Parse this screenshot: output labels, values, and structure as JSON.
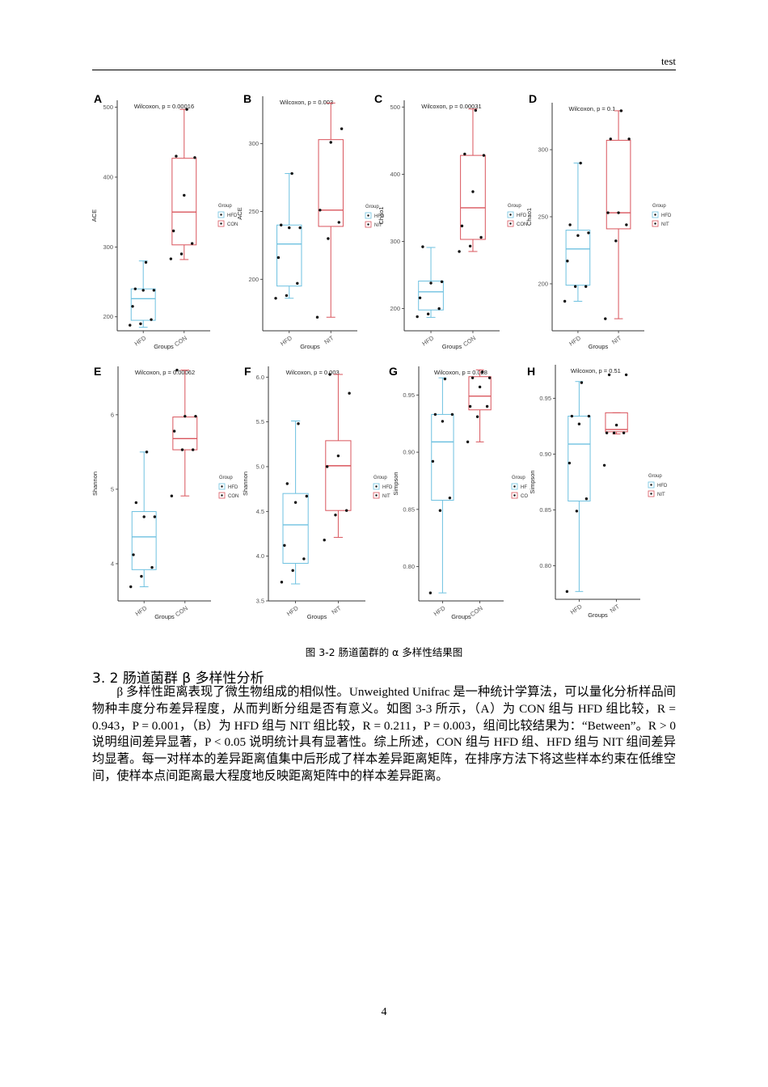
{
  "header": {
    "running_title": "test"
  },
  "figure": {
    "caption": "图 3-2 肠道菌群的 α 多样性结果图"
  },
  "chart_data": [
    {
      "panel": "A",
      "type": "box",
      "xlabel": "Groups",
      "ylabel": "ACE",
      "ylim": [
        180,
        510
      ],
      "yticks": [
        200,
        300,
        400,
        500
      ],
      "categories": [
        "HFD",
        "CON"
      ],
      "stat": "Wilcoxon, p = 0.00016",
      "legend_title": "Group",
      "legend_entries": [
        "HFD",
        "CON"
      ],
      "groups": [
        {
          "name": "HFD",
          "min": 185,
          "q1": 195,
          "median": 226,
          "q3": 240,
          "max": 280,
          "points": [
            188,
            190,
            196,
            215,
            238,
            238,
            240,
            278
          ]
        },
        {
          "name": "CON",
          "min": 282,
          "q1": 303,
          "median": 350,
          "q3": 427,
          "max": 497,
          "points": [
            283,
            290,
            305,
            323,
            374,
            428,
            430,
            497
          ]
        }
      ]
    },
    {
      "panel": "B",
      "type": "box",
      "xlabel": "Groups",
      "ylabel": "ACE",
      "ylim": [
        162,
        335
      ],
      "yticks": [
        200,
        250,
        300
      ],
      "categories": [
        "HFD",
        "NIT"
      ],
      "stat": "Wilcoxon, p = 0.003",
      "legend_title": "Group",
      "legend_entries": [
        "HFD",
        "NIT"
      ],
      "groups": [
        {
          "name": "HFD",
          "min": 186,
          "q1": 195,
          "median": 226,
          "q3": 240,
          "max": 278,
          "points": [
            186,
            188,
            197,
            216,
            238,
            238,
            240,
            278
          ]
        },
        {
          "name": "NIT",
          "min": 172,
          "q1": 239,
          "median": 251,
          "q3": 303,
          "max": 330,
          "points": [
            172,
            230,
            242,
            251,
            301,
            311
          ]
        }
      ]
    },
    {
      "panel": "C",
      "type": "box",
      "xlabel": "Groups",
      "ylabel": "Chao1",
      "ylim": [
        167,
        510
      ],
      "yticks": [
        200,
        300,
        400,
        500
      ],
      "categories": [
        "HFD",
        "CON"
      ],
      "stat": "Wilcoxon, p = 0.00031",
      "legend_title": "Group",
      "legend_entries": [
        "HFD",
        "CON"
      ],
      "groups": [
        {
          "name": "HFD",
          "min": 187,
          "q1": 198,
          "median": 225,
          "q3": 241,
          "max": 291,
          "points": [
            188,
            192,
            200,
            216,
            238,
            240,
            292
          ]
        },
        {
          "name": "CON",
          "min": 285,
          "q1": 303,
          "median": 350,
          "q3": 428,
          "max": 497,
          "points": [
            285,
            293,
            306,
            323,
            374,
            428,
            430,
            495
          ]
        }
      ]
    },
    {
      "panel": "D",
      "type": "box",
      "xlabel": "Groups",
      "ylabel": "Chao1",
      "ylim": [
        165,
        335
      ],
      "yticks": [
        200,
        250,
        300
      ],
      "categories": [
        "HFD",
        "NIT"
      ],
      "stat": "Wilcoxon, p = 0.1",
      "legend_title": "Group",
      "legend_entries": [
        "HFD",
        "NIT"
      ],
      "groups": [
        {
          "name": "HFD",
          "min": 187,
          "q1": 199,
          "median": 226,
          "q3": 240,
          "max": 290,
          "points": [
            187,
            198,
            198,
            217,
            236,
            238,
            244,
            290
          ]
        },
        {
          "name": "NIT",
          "min": 174,
          "q1": 241,
          "median": 253,
          "q3": 307,
          "max": 329,
          "points": [
            174,
            232,
            244,
            253,
            253,
            308,
            308,
            329
          ]
        }
      ]
    },
    {
      "panel": "E",
      "type": "box",
      "xlabel": "Groups",
      "ylabel": "Shannon",
      "ylim": [
        3.5,
        6.65
      ],
      "yticks": [
        4,
        5,
        6
      ],
      "categories": [
        "HFD",
        "CON"
      ],
      "stat": "Wilcoxon, p = 0.00062",
      "legend_title": "Group",
      "legend_entries": [
        "HFD",
        "CON"
      ],
      "groups": [
        {
          "name": "HFD",
          "min": 3.69,
          "q1": 3.92,
          "median": 4.36,
          "q3": 4.7,
          "max": 5.5,
          "points": [
            3.69,
            3.83,
            3.95,
            4.12,
            4.63,
            4.63,
            4.82,
            5.5
          ]
        },
        {
          "name": "CON",
          "min": 4.91,
          "q1": 5.53,
          "median": 5.68,
          "q3": 5.97,
          "max": 6.6,
          "points": [
            4.91,
            5.53,
            5.53,
            5.78,
            5.98,
            5.98,
            6.6
          ]
        }
      ]
    },
    {
      "panel": "F",
      "type": "box",
      "xlabel": "Groups",
      "ylabel": "Shannon",
      "ylim": [
        3.5,
        6.12
      ],
      "yticks": [
        3.5,
        4.0,
        4.5,
        5.0,
        5.5,
        6.0
      ],
      "categories": [
        "HFD",
        "NIT"
      ],
      "stat": "Wilcoxon, p = 0.003",
      "legend_title": "Group",
      "legend_entries": [
        "HFD",
        "NIT"
      ],
      "groups": [
        {
          "name": "HFD",
          "min": 3.69,
          "q1": 3.92,
          "median": 4.35,
          "q3": 4.7,
          "max": 5.51,
          "points": [
            3.71,
            3.84,
            3.97,
            4.12,
            4.6,
            4.67,
            4.81,
            5.48
          ]
        },
        {
          "name": "NIT",
          "min": 4.21,
          "q1": 4.51,
          "median": 5.01,
          "q3": 5.29,
          "max": 6.03,
          "points": [
            4.18,
            4.46,
            4.51,
            5.0,
            5.12,
            5.82,
            6.03
          ]
        }
      ]
    },
    {
      "panel": "G",
      "type": "box",
      "xlabel": "Groups",
      "ylabel": "Simpson",
      "ylim": [
        0.77,
        0.975
      ],
      "yticks": [
        0.8,
        0.85,
        0.9,
        0.95
      ],
      "categories": [
        "HFD",
        "CON"
      ],
      "stat": "Wilcoxon, p = 0.028",
      "legend_title": "Group",
      "legend_entries": [
        "HF",
        "CO"
      ],
      "groups": [
        {
          "name": "HFD",
          "min": 0.777,
          "q1": 0.858,
          "median": 0.909,
          "q3": 0.933,
          "max": 0.965,
          "points": [
            0.777,
            0.849,
            0.86,
            0.892,
            0.927,
            0.933,
            0.933,
            0.964
          ]
        },
        {
          "name": "CON",
          "min": 0.909,
          "q1": 0.937,
          "median": 0.949,
          "q3": 0.966,
          "max": 0.972,
          "points": [
            0.909,
            0.931,
            0.94,
            0.94,
            0.957,
            0.965,
            0.965,
            0.97
          ]
        }
      ]
    },
    {
      "panel": "H",
      "type": "box",
      "xlabel": "Groups",
      "ylabel": "Simpson",
      "ylim": [
        0.77,
        0.98
      ],
      "yticks": [
        0.8,
        0.85,
        0.9,
        0.95
      ],
      "categories": [
        "HFD",
        "NIT"
      ],
      "stat": "Wilcoxon, p = 0.51",
      "legend_title": "Group",
      "legend_entries": [
        "HFD",
        "NIT"
      ],
      "groups": [
        {
          "name": "HFD",
          "min": 0.777,
          "q1": 0.858,
          "median": 0.909,
          "q3": 0.934,
          "max": 0.965,
          "points": [
            0.777,
            0.849,
            0.86,
            0.892,
            0.927,
            0.934,
            0.934,
            0.964
          ]
        },
        {
          "name": "NIT",
          "min": 0.918,
          "q1": 0.92,
          "median": 0.922,
          "q3": 0.937,
          "max": 0.937,
          "points": [
            0.89,
            0.919,
            0.919,
            0.919,
            0.926,
            0.971,
            0.971
          ]
        }
      ]
    }
  ],
  "section": {
    "heading": "3. 2  肠道菌群 β 多样性分析",
    "paragraph": "β 多样性距离表现了微生物组成的相似性。Unweighted Unifrac 是一种统计学算法，可以量化分析样品间物种丰度分布差异程度，从而判断分组是否有意义。如图 3-3 所示，（A）为 CON 组与 HFD 组比较，R = 0.943，P = 0.001，（B）为 HFD 组与 NIT 组比较，R = 0.211，P = 0.003，组间比较结果为：“Between”。R > 0 说明组间差异显著，P < 0.05 说明统计具有显著性。综上所述，CON 组与 HFD 组、HFD 组与 NIT 组间差异均显著。每一对样本的差异距离值集中后形成了样本差异距离矩阵，在排序方法下将这些样本约束在低维空间，使样本点间距离最大程度地反映距离矩阵中的样本差异距离。"
  },
  "footer": {
    "page_number": "4"
  },
  "colors": {
    "group1": "#6ec1e0",
    "group2": "#d9545c",
    "point": "#111111",
    "axis": "#333333"
  }
}
